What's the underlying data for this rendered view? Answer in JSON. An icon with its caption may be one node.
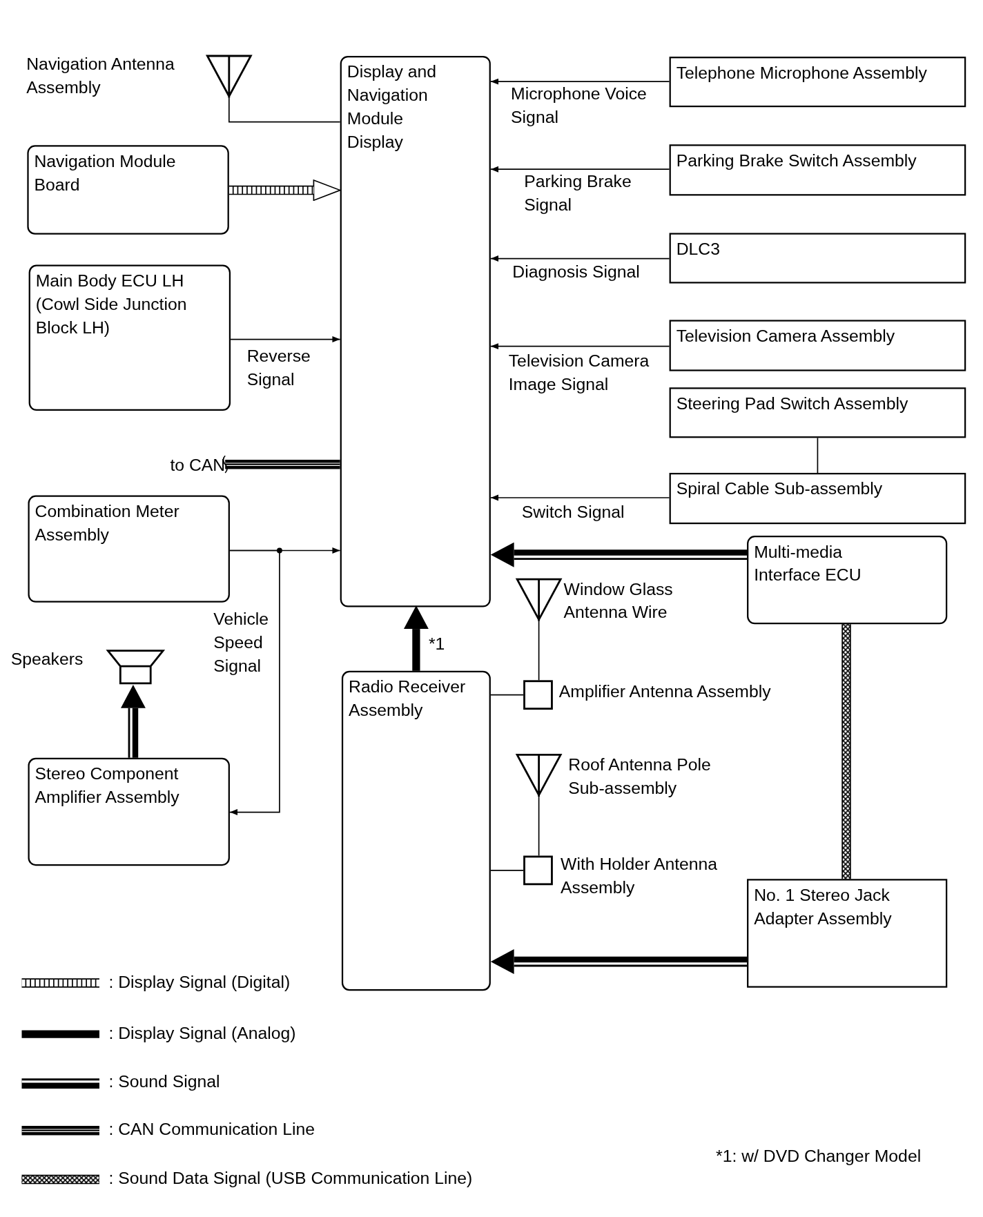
{
  "diagram": {
    "nodes": [
      {
        "text": [
          "Navigation Antenna Assembly"
        ]
      },
      {
        "text": [
          "Display and Navigation Module Display"
        ]
      },
      {
        "text": [
          "Telephone Microphone Assembly"
        ]
      },
      {
        "text": [
          "Navigation Module Board"
        ]
      },
      {
        "text": [
          "Parking Brake Switch Assembly"
        ]
      },
      {
        "text": [
          "DLC3"
        ]
      },
      {
        "text": [
          "Main Body ECU LH (Cowl Side Junction Block LH)"
        ]
      },
      {
        "text": [
          "Television Camera Assembly"
        ]
      },
      {
        "text": [
          "Steering Pad Switch Assembly"
        ]
      },
      {
        "text": [
          "to CAN"
        ]
      },
      {
        "text": [
          "Spiral Cable Sub-assembly"
        ]
      },
      {
        "text": [
          "Combination Meter Assembly"
        ]
      },
      {
        "text": [
          "Multi-media Interface ECU"
        ]
      },
      {
        "text": [
          "Window Glass Antenna Wire"
        ]
      },
      {
        "text": [
          "Speakers"
        ]
      },
      {
        "text": [
          "Radio Receiver Assembly"
        ]
      },
      {
        "text": [
          "Amplifier Antenna Assembly"
        ]
      },
      {
        "text": [
          "Stereo Component Amplifier Assembly"
        ]
      },
      {
        "text": [
          "Roof Antenna Pole Sub-assembly"
        ]
      },
      {
        "text": [
          "With Holder Antenna Assembly"
        ]
      },
      {
        "text": [
          "No. 1 Stereo Jack Adapter Assembly"
        ]
      }
    ],
    "edges": [
      {
        "from": 0,
        "to": 1,
        "arrow": "none"
      },
      {
        "from": 2,
        "to": 1,
        "arrow": "to",
        "label": "Microphone Voice Signal"
      },
      {
        "from": 3,
        "to": 1,
        "arrow": "to",
        "style": "thick"
      },
      {
        "from": 4,
        "to": 1,
        "arrow": "to",
        "label": "Parking Brake Signal"
      },
      {
        "from": 5,
        "to": 1,
        "arrow": "to",
        "label": "Diagnosis Signal"
      },
      {
        "from": 6,
        "to": 1,
        "arrow": "to",
        "label": "Reverse Signal"
      },
      {
        "from": 7,
        "to": 1,
        "arrow": "to",
        "label": "Television Camera Image Signal"
      },
      {
        "from": 8,
        "to": 10,
        "arrow": "none"
      },
      {
        "from": 1,
        "to": 9,
        "arrow": "none",
        "style": "thick"
      },
      {
        "from": 10,
        "to": 1,
        "arrow": "to",
        "label": "Switch Signal"
      },
      {
        "from": 11,
        "to": 1,
        "arrow": "to"
      },
      {
        "from": 11,
        "to": 17,
        "arrow": "to",
        "label": "Vehicle Speed Signal"
      },
      {
        "from": 12,
        "to": 1,
        "arrow": "to",
        "style": "thick"
      },
      {
        "from": 13,
        "to": 16,
        "arrow": "none"
      },
      {
        "from": 16,
        "to": 15,
        "arrow": "none"
      },
      {
        "from": 18,
        "to": 19,
        "arrow": "none"
      },
      {
        "from": 19,
        "to": 15,
        "arrow": "none"
      },
      {
        "from": 12,
        "to": 20,
        "arrow": "none",
        "style": "thick"
      },
      {
        "from": 20,
        "to": 15,
        "arrow": "to",
        "style": "thick"
      },
      {
        "from": 15,
        "to": 1,
        "arrow": "to",
        "style": "thick",
        "label": "*1"
      },
      {
        "from": 17,
        "to": 14,
        "arrow": "to",
        "style": "thick"
      }
    ],
    "labels": [
      "*1: w/ DVD Changer Model"
    ],
    "legend": [
      {
        "text": ": Display Signal (Digital)"
      },
      {
        "text": ": Display Signal (Analog)"
      },
      {
        "text": ": Sound Signal"
      },
      {
        "text": ": CAN Communication Line"
      },
      {
        "text": ": Sound Data Signal (USB Communication Line)"
      }
    ]
  }
}
